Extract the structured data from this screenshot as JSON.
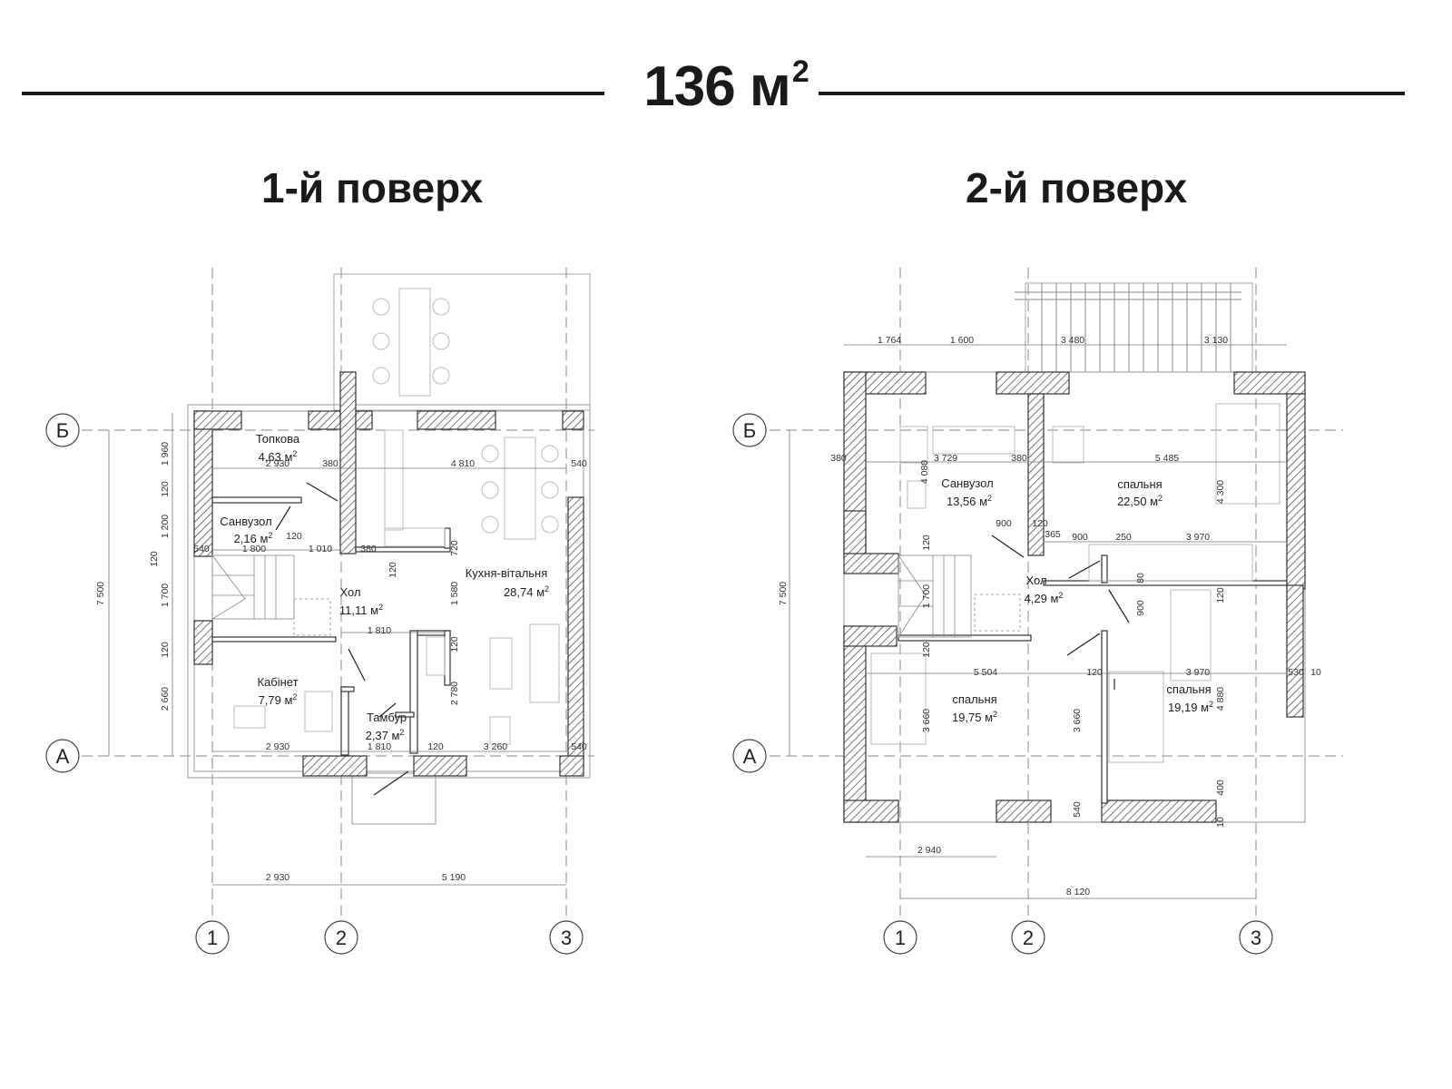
{
  "header": {
    "total_area_value": "136 м",
    "total_area_sup": "2"
  },
  "floors": [
    {
      "title": "1-й поверх",
      "axes": {
        "rows": [
          "Б",
          "А"
        ],
        "cols": [
          "1",
          "2",
          "3"
        ]
      },
      "rooms": [
        {
          "name": "Топкова",
          "area": "4,63 м",
          "sup": "2"
        },
        {
          "name": "Санвузол",
          "area": "2,16 м",
          "sup": "2"
        },
        {
          "name": "Хол",
          "area": "11,11 м",
          "sup": "2"
        },
        {
          "name": "Кухня-вітальня",
          "area": "28,74 м",
          "sup": "2"
        },
        {
          "name": "Кабінет",
          "area": "7,79 м",
          "sup": "2"
        },
        {
          "name": "Тамбур",
          "area": "2,37 м",
          "sup": "2"
        }
      ],
      "dims": [
        "2 930",
        "4 810",
        "380",
        "540",
        "1 800",
        "120",
        "1 010",
        "380",
        "720",
        "120",
        "1 580",
        "1 810",
        "120",
        "2 780",
        "2 930",
        "1 810",
        "120",
        "3 260",
        "540",
        "2 930",
        "5 190",
        "7 500",
        "1 960",
        "120",
        "1 200",
        "120",
        "1 700",
        "120",
        "2 660",
        "540"
      ]
    },
    {
      "title": "2-й поверх",
      "axes": {
        "rows": [
          "Б",
          "А"
        ],
        "cols": [
          "1",
          "2",
          "3"
        ]
      },
      "rooms": [
        {
          "name": "Санвузол",
          "area": "13,56 м",
          "sup": "2"
        },
        {
          "name": "спальня",
          "area": "22,50 м",
          "sup": "2"
        },
        {
          "name": "Хол",
          "area": "4,29 м",
          "sup": "2"
        },
        {
          "name": "спальня",
          "area": "19,75 м",
          "sup": "2"
        },
        {
          "name": "спальня",
          "area": "19,19 м",
          "sup": "2"
        }
      ],
      "dims": [
        "1 764",
        "1 600",
        "3 480",
        "3 130",
        "380",
        "3 729",
        "380",
        "5 485",
        "4 080",
        "4 300",
        "900",
        "120",
        "365",
        "900",
        "250",
        "3 970",
        "120",
        "1 700",
        "900",
        "80",
        "120",
        "120",
        "5 504",
        "120",
        "3 970",
        "530",
        "10",
        "3 660",
        "3 660",
        "4 880",
        "540",
        "400",
        "10",
        "2 940",
        "8 120",
        "7 500"
      ]
    }
  ]
}
